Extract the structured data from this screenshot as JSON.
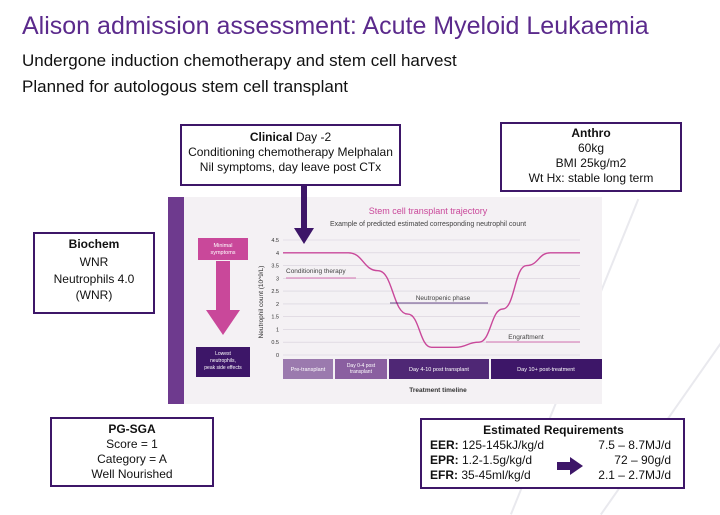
{
  "header": {
    "title": "Alison admission assessment: Acute Myeloid Leukaemia",
    "line1": "Undergone induction chemotherapy and stem cell harvest",
    "line2": "Planned for autologous stem cell transplant"
  },
  "clinical": {
    "heading": "Clinical",
    "heading_suffix": " Day -2",
    "line1": "Conditioning chemotherapy  Melphalan",
    "line2": "Nil symptoms, day leave post CTx"
  },
  "anthro": {
    "heading": "Anthro",
    "lines": [
      "60kg",
      "BMI 25kg/m2",
      "Wt Hx: stable long term"
    ]
  },
  "biochem": {
    "heading": "Biochem",
    "lines": [
      "WNR",
      "Neutrophils 4.0",
      "(WNR)"
    ]
  },
  "pgsga": {
    "heading": "PG-SGA",
    "lines": [
      "Score = 1",
      "Category = A",
      "Well Nourished"
    ]
  },
  "estimated": {
    "heading": "Estimated Requirements",
    "rows": [
      {
        "label": "EER:",
        "per_kg": " 125-145kJ/kg/d",
        "total": "7.5 – 8.7MJ/d"
      },
      {
        "label": "EPR:",
        "per_kg": " 1.2-1.5g/kg/d",
        "total": "72 – 90g/d"
      },
      {
        "label": "EFR:",
        "per_kg": " 35-45ml/kg/d",
        "total": "2.1 – 2.7MJ/d"
      }
    ],
    "arrow_icon": "right-arrow-icon"
  },
  "chart_data": {
    "type": "line",
    "title": "Stem cell transplant trajectory",
    "subtitle": "Example of predicted estimated corresponding neutrophil count",
    "xlabel": "Treatment timeline",
    "ylabel": "Neutrophil count (10^9/L)",
    "ylim": [
      0,
      4.5
    ],
    "yticks": [
      "0",
      "0.5",
      "1",
      "1.5",
      "2",
      "2.5",
      "3",
      "3.5",
      "4",
      "4.5"
    ],
    "phases": [
      "Pre-transplant",
      "Day 0-4 post transplant",
      "Day 4-10 post transplant",
      "Day 10+ post-treatment"
    ],
    "series": [
      {
        "x": [
          0,
          0.12,
          0.22,
          0.32,
          0.42,
          0.5,
          0.58,
          0.66,
          0.74,
          0.82,
          0.9,
          1
        ],
        "values": [
          4,
          4,
          4,
          3.3,
          1.6,
          0.3,
          0.3,
          0.5,
          1.8,
          3.5,
          4,
          4
        ]
      }
    ],
    "annotations": [
      "Conditioning therapy",
      "Neutropenic phase",
      "Engraftment"
    ],
    "side_labels": [
      "Minimal symptoms",
      "Lowest neutrophils, peak side effects"
    ],
    "colors": {
      "accent": "#c9489a",
      "phase_dark": "#3d1668",
      "phase_mid": "#6e3a8e",
      "phase_light": "#9b7aae"
    }
  }
}
